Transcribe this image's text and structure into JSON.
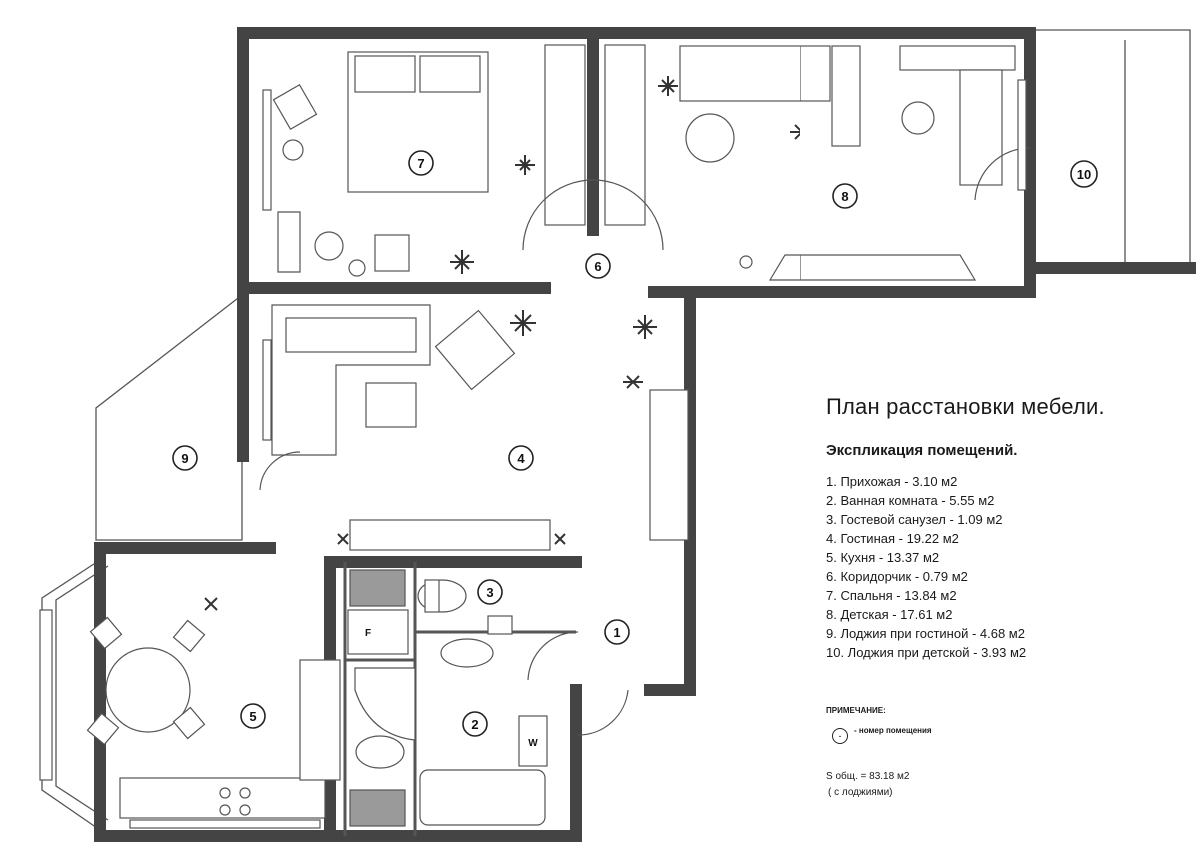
{
  "title": "План расстановки мебели.",
  "explication": {
    "heading": "Экспликация помещений.",
    "rooms": [
      "1. Прихожая - 3.10 м2",
      "2. Ванная комната - 5.55 м2",
      "3. Гостевой санузел - 1.09 м2",
      "4. Гостиная - 19.22 м2",
      "5. Кухня - 13.37 м2",
      "6. Коридорчик - 0.79 м2",
      "7. Спальня - 13.84 м2",
      "8. Детская - 17.61 м2",
      "9. Лоджия при гостиной - 4.68 м2",
      "10. Лоджия при детской - 3.93 м2"
    ]
  },
  "note": {
    "heading": "ПРИМЕЧАНИЕ:",
    "marker_text": "-",
    "marker_description": "- номер помещения"
  },
  "total_area": "S общ. = 83.18 м2",
  "total_area_note": "( с лоджиями)",
  "plan_labels": {
    "room_1": "1",
    "room_2": "2",
    "room_3": "3",
    "room_4": "4",
    "room_5": "5",
    "room_6": "6",
    "room_7": "7",
    "room_8": "8",
    "room_9": "9",
    "room_10": "10",
    "fridge": "F",
    "washer": "W"
  },
  "colors": {
    "wall": "#444444",
    "line": "#555555",
    "appliance": "#9a9a9a"
  }
}
